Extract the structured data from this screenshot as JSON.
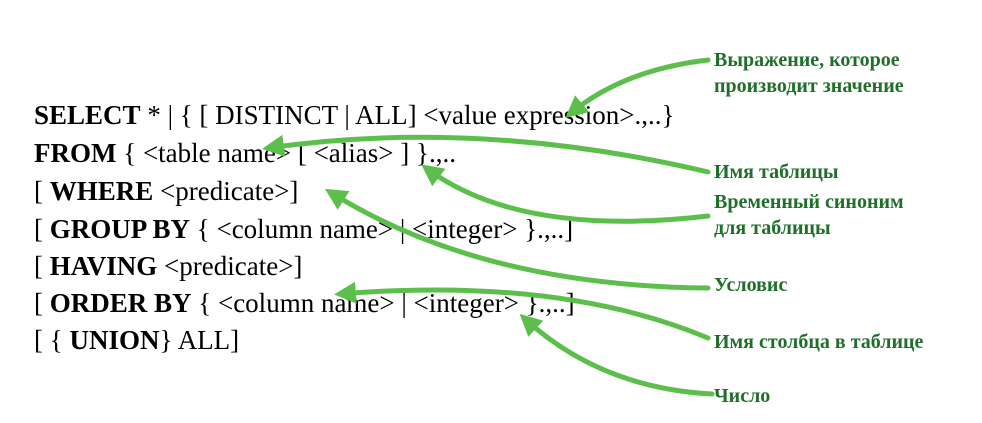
{
  "syntax": {
    "select": {
      "kw": "SELECT",
      "rest": " * | { [ DISTINCT | ALL] <value expression>.,..}"
    },
    "from": {
      "kw": "FROM",
      "rest": " { <table name> [ <alias> ] }.,.."
    },
    "where": {
      "pre": "[ ",
      "kw": "WHERE",
      "rest": " <predicate>]"
    },
    "group_by": {
      "pre": "[ ",
      "kw": "GROUP BY",
      "rest": " { <column name> | <integer> }.,..]"
    },
    "having": {
      "pre": "[ ",
      "kw": "HAVING",
      "rest": " <predicate>]"
    },
    "order_by": {
      "pre": "[ ",
      "kw": "ORDER BY",
      "rest": " { <column name> | <integer> }.,..]"
    },
    "union": {
      "pre": "[ { ",
      "kw": "UNION",
      "rest": "} ALL]"
    }
  },
  "annotations": {
    "value_expression": {
      "line1": "Выражение, которое",
      "line2": "производит значение"
    },
    "table_name": "Имя таблицы",
    "alias": {
      "line1": "Временный синоним",
      "line2": "для  таблицы"
    },
    "predicate": "Условис",
    "column_name": "Имя столбца в таблице",
    "integer": "Число"
  },
  "colors": {
    "arrow": "#5cbf4c",
    "annotation_text": "#1f6e2a",
    "code_text": "#000000"
  }
}
